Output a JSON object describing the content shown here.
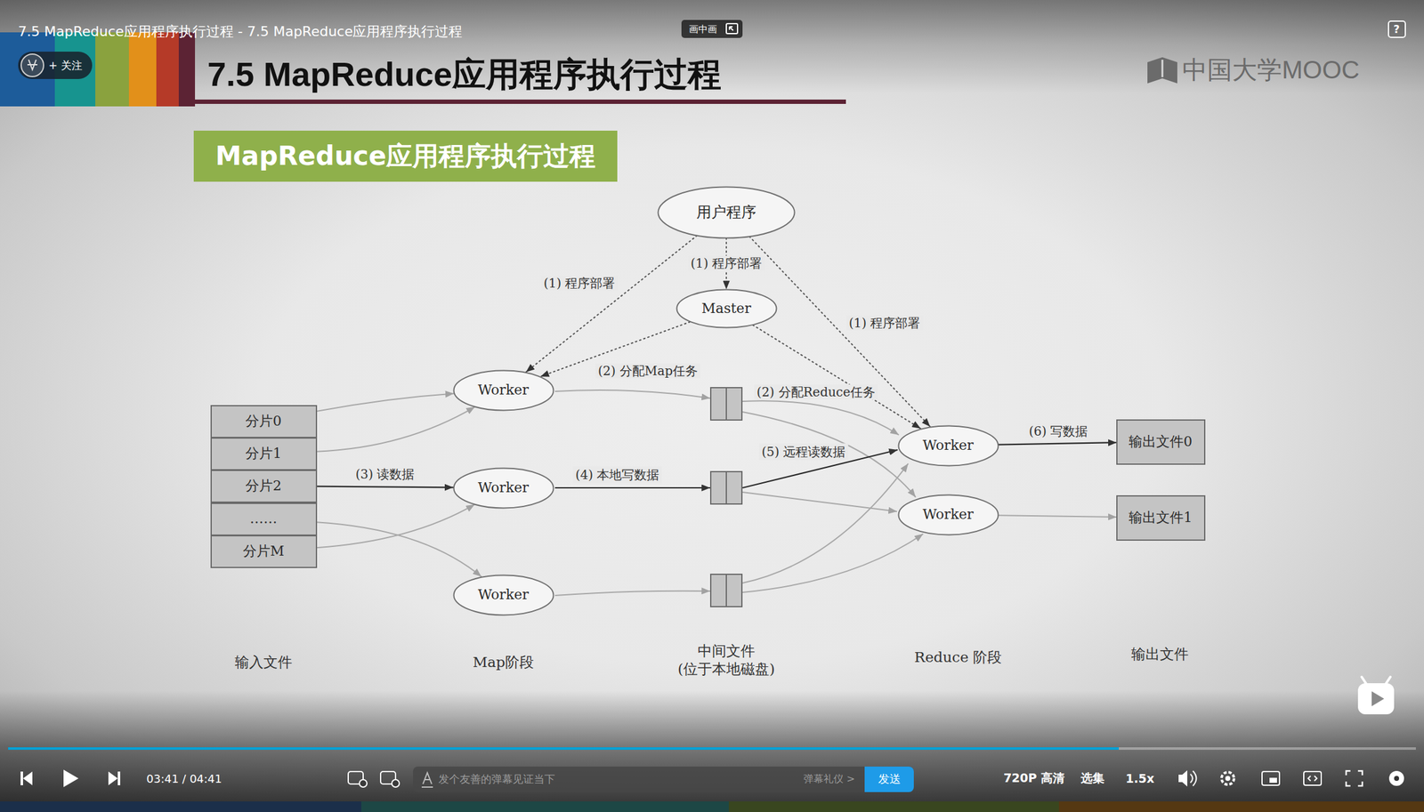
{
  "diagram": {
    "title": "7.5 MapReduce应用程序执行过程",
    "nodes": [
      {
        "text": [
          "MapReduce应用程序执行过程"
        ]
      },
      {
        "text": [
          "用户程序"
        ]
      },
      {
        "text": [
          "Master"
        ]
      },
      {
        "text": [
          "分片0"
        ]
      },
      {
        "text": [
          "分片1"
        ]
      },
      {
        "text": [
          "分片2"
        ]
      },
      {
        "text": [
          "……"
        ]
      },
      {
        "text": [
          "分片M"
        ]
      },
      {
        "text": [
          "Worker"
        ]
      },
      {
        "text": [
          "Worker"
        ]
      },
      {
        "text": [
          "Worker"
        ]
      },
      {
        "text": [
          "Worker"
        ]
      },
      {
        "text": [
          "Worker"
        ]
      },
      {
        "text": [
          "输出文件0"
        ]
      },
      {
        "text": [
          "输出文件1"
        ]
      }
    ],
    "edges": [
      {
        "from": 1,
        "to": 2,
        "arrow": "to",
        "label": "(1) 程序部署"
      },
      {
        "from": 1,
        "to": 8,
        "arrow": "to",
        "label": "(1) 程序部署"
      },
      {
        "from": 1,
        "to": 11,
        "arrow": "to",
        "label": "(1) 程序部署"
      },
      {
        "from": 2,
        "to": 8,
        "arrow": "to",
        "label": "(2) 分配Map任务"
      },
      {
        "from": 2,
        "to": 11,
        "arrow": "to",
        "label": "(2) 分配Reduce任务"
      },
      {
        "from": 3,
        "to": 8,
        "arrow": "to"
      },
      {
        "from": 4,
        "to": 8,
        "arrow": "to"
      },
      {
        "from": 5,
        "to": 9,
        "arrow": "to",
        "label": "(3) 读数据"
      },
      {
        "from": 6,
        "to": 10,
        "arrow": "to"
      },
      {
        "from": 7,
        "to": 9,
        "arrow": "to"
      },
      {
        "from": 11,
        "to": 13,
        "arrow": "to",
        "label": "(6) 写数据"
      },
      {
        "from": 12,
        "to": 14,
        "arrow": "to"
      }
    ],
    "labels": [
      "7.5 MapReduce应用程序执行过程 - 7.5 MapReduce应用程序执行过程",
      "画中画",
      "+ 关注",
      "中国大学MOOC",
      "(4) 本地写数据",
      "(5) 远程读数据",
      "输入文件",
      "Map阶段",
      "中间文件 (位于本地磁盘)",
      "Reduce 阶段",
      "输出文件",
      "?",
      "03:41 / 04:41",
      "发个友善的弹幕见证当下",
      "弹幕礼仪 >",
      "发送",
      "720P 高清",
      "选集",
      "1.5x"
    ]
  }
}
